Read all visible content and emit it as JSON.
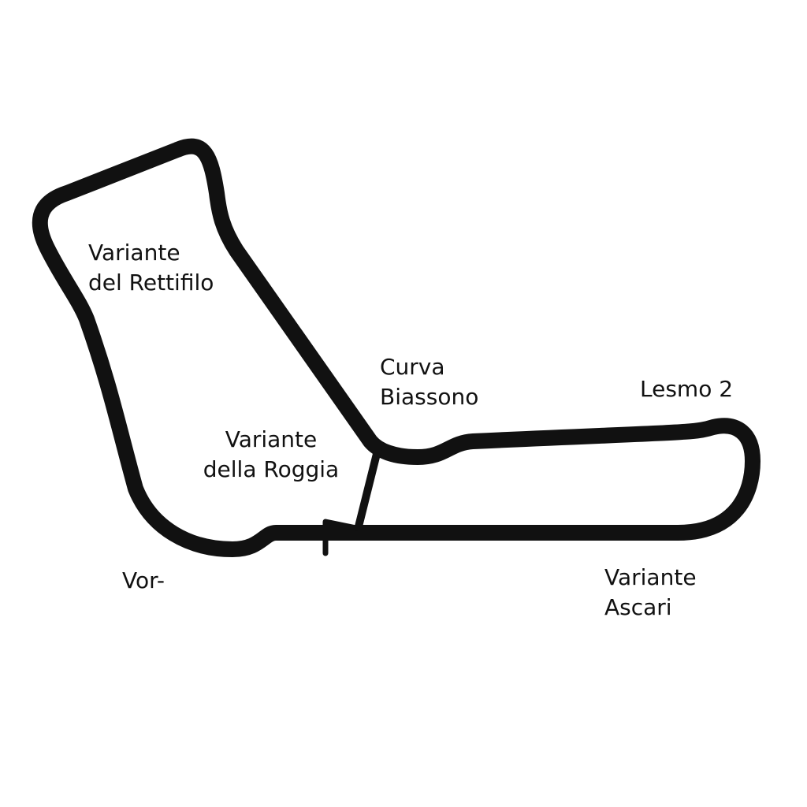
{
  "circuit": {
    "track_color": "#111111",
    "background_color": "#ffffff",
    "labels": {
      "rettifilo": {
        "line1": "Variante",
        "line2": "del Rettifilo"
      },
      "biassono": {
        "line1": "Curva",
        "line2": "Biassono"
      },
      "lesmo": {
        "line1": "Lesmo 2"
      },
      "roggia": {
        "line1": "Variante",
        "line2": "della Roggia"
      },
      "vor": {
        "line1": "Vor-"
      },
      "ascari": {
        "line1": "Variante",
        "line2": "Ascari"
      }
    }
  }
}
